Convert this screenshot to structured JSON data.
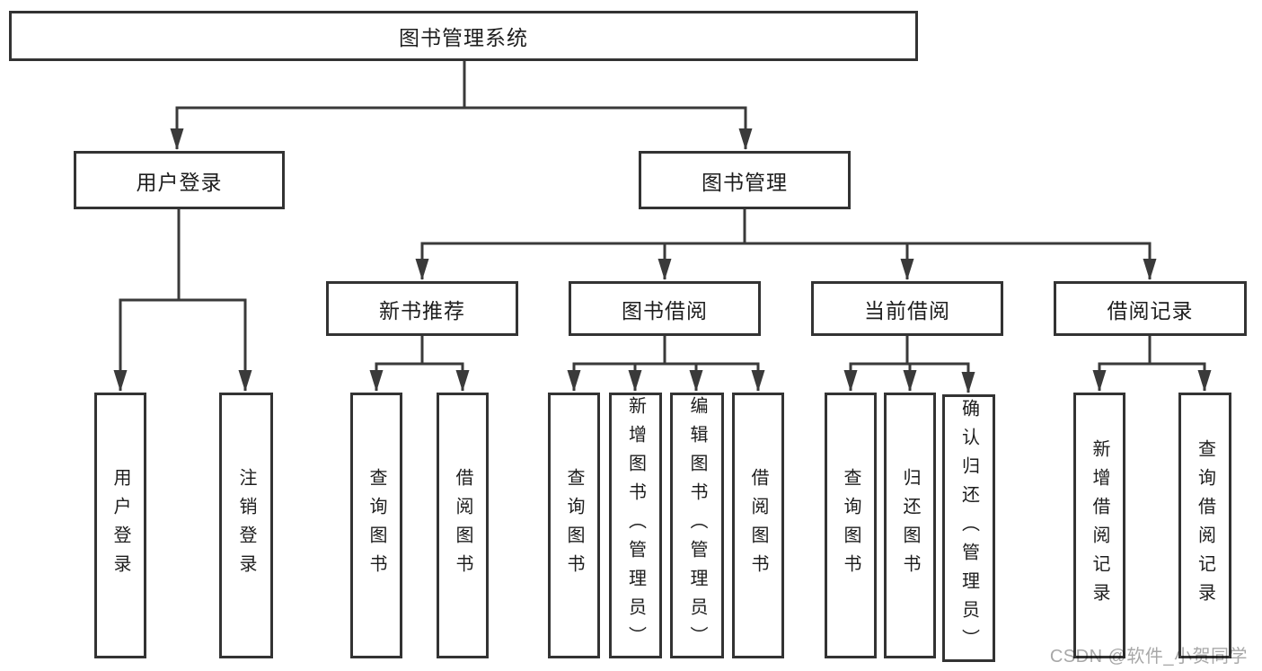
{
  "colors": {
    "line": "#3a3a3a",
    "box_border": "#333333",
    "text": "#1d1d1d",
    "watermark": "#a8a8a8",
    "background": "#ffffff"
  },
  "tree": {
    "root": {
      "label": "图书管理系统"
    },
    "level2": [
      {
        "label": "用户登录"
      },
      {
        "label": "图书管理"
      }
    ],
    "level3": [
      {
        "label": "新书推荐",
        "parent": "图书管理"
      },
      {
        "label": "图书借阅",
        "parent": "图书管理"
      },
      {
        "label": "当前借阅",
        "parent": "图书管理"
      },
      {
        "label": "借阅记录",
        "parent": "图书管理"
      }
    ],
    "leaves": [
      {
        "label": "用户登录",
        "parent": "用户登录"
      },
      {
        "label": "注销登录",
        "parent": "用户登录"
      },
      {
        "label": "查询图书",
        "parent": "新书推荐"
      },
      {
        "label": "借阅图书",
        "parent": "新书推荐"
      },
      {
        "label": "查询图书",
        "parent": "图书借阅"
      },
      {
        "label": "新增图书（管理员）",
        "parent": "图书借阅"
      },
      {
        "label": "编辑图书（管理员）",
        "parent": "图书借阅"
      },
      {
        "label": "借阅图书",
        "parent": "图书借阅"
      },
      {
        "label": "查询图书",
        "parent": "当前借阅"
      },
      {
        "label": "归还图书",
        "parent": "当前借阅"
      },
      {
        "label": "确认归还（管理员）",
        "parent": "当前借阅"
      },
      {
        "label": "新增借阅记录",
        "parent": "借阅记录"
      },
      {
        "label": "查询借阅记录",
        "parent": "借阅记录"
      }
    ]
  },
  "watermark": {
    "text": "CSDN @软件_小贺同学"
  }
}
